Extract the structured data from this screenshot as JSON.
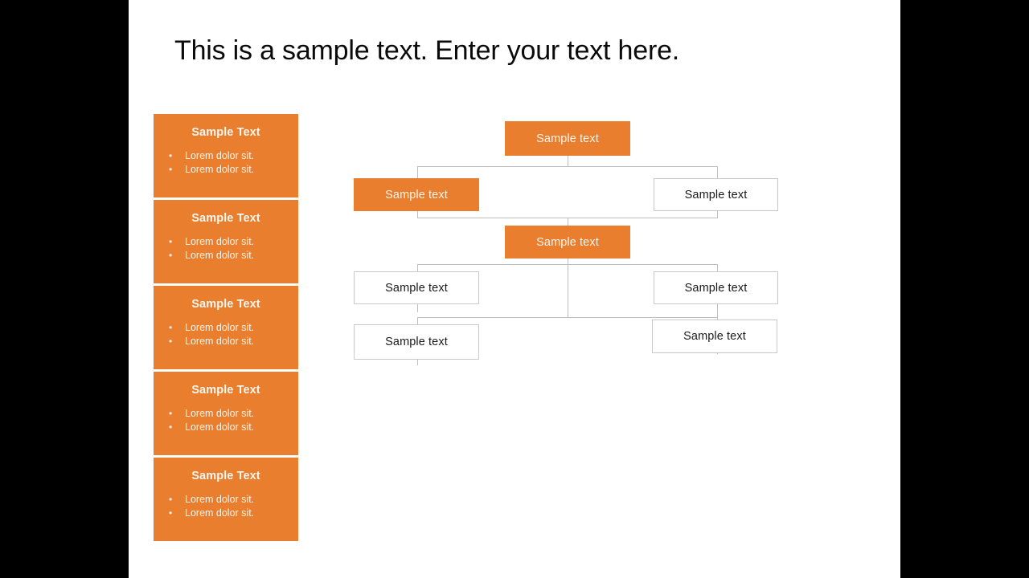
{
  "slide": {
    "title": "This is a sample text. Enter your text here.",
    "canvas_bg": "#ffffff",
    "letterbox_bg": "#000000",
    "accent_color": "#E97E2E",
    "line_color": "#BFBFBF"
  },
  "left_panels": [
    {
      "title": "Sample Text",
      "bullets": [
        "Lorem dolor sit.",
        "Lorem dolor sit."
      ]
    },
    {
      "title": "Sample Text",
      "bullets": [
        "Lorem dolor sit.",
        "Lorem dolor sit."
      ]
    },
    {
      "title": "Sample Text",
      "bullets": [
        "Lorem dolor sit.",
        "Lorem dolor sit."
      ]
    },
    {
      "title": "Sample Text",
      "bullets": [
        "Lorem dolor sit.",
        "Lorem dolor sit."
      ]
    },
    {
      "title": "Sample Text",
      "bullets": [
        "Lorem dolor sit.",
        "Lorem dolor sit."
      ]
    }
  ],
  "bullet_glyph": "•",
  "flow_chart": {
    "nodes": [
      {
        "id": "node-1",
        "label": "Sample text",
        "style": "orange"
      },
      {
        "id": "node-2",
        "label": "Sample text",
        "style": "orange"
      },
      {
        "id": "node-3",
        "label": "Sample text",
        "style": "white"
      },
      {
        "id": "node-4",
        "label": "Sample text",
        "style": "orange"
      },
      {
        "id": "node-5",
        "label": "Sample text",
        "style": "white"
      },
      {
        "id": "node-6",
        "label": "Sample text",
        "style": "white"
      },
      {
        "id": "node-7",
        "label": "Sample text",
        "style": "white"
      },
      {
        "id": "node-8",
        "label": "Sample text",
        "style": "white"
      }
    ]
  }
}
